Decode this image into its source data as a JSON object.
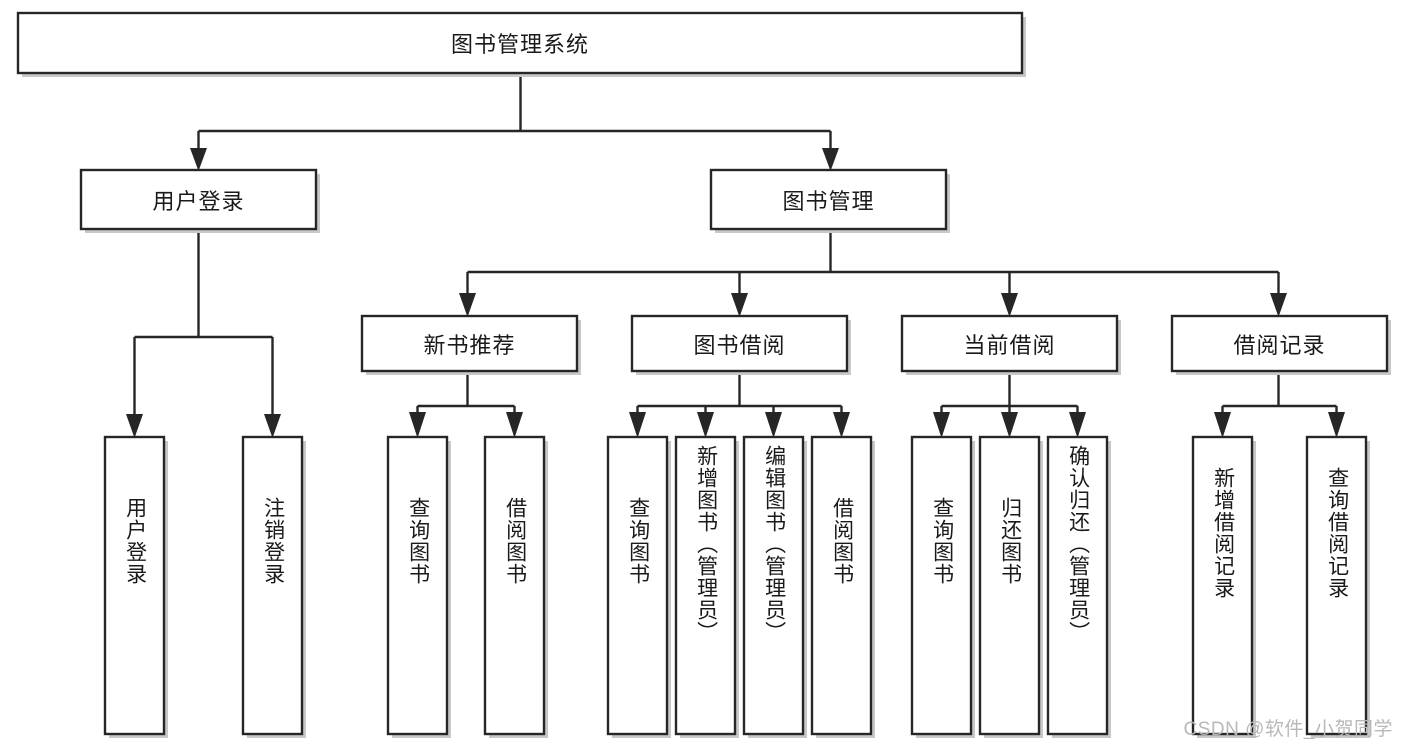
{
  "diagram": {
    "type": "tree-hierarchy",
    "title": "图书管理系统",
    "watermark": "CSDN @软件_小贺同学",
    "colors": {
      "box_stroke": "#262626",
      "box_fill": "#ffffff",
      "connector": "#262626",
      "text": "#1a1a1a",
      "shadow": "#9a9a9a",
      "background": "#ffffff",
      "watermark_text": "#b8b8b8"
    },
    "root": {
      "label": "图书管理系统",
      "orientation": "horizontal"
    },
    "level2": [
      {
        "label": "用户登录",
        "orientation": "horizontal"
      },
      {
        "label": "图书管理",
        "orientation": "horizontal"
      }
    ],
    "level3": [
      {
        "label": "新书推荐",
        "orientation": "horizontal"
      },
      {
        "label": "图书借阅",
        "orientation": "horizontal"
      },
      {
        "label": "当前借阅",
        "orientation": "horizontal"
      },
      {
        "label": "借阅记录",
        "orientation": "horizontal"
      }
    ],
    "leaves": {
      "user_login": [
        {
          "label": "用户登录",
          "orientation": "vertical"
        },
        {
          "label": "注销登录",
          "orientation": "vertical"
        }
      ],
      "new_book_recommend": [
        {
          "label": "查询图书",
          "orientation": "vertical"
        },
        {
          "label": "借阅图书",
          "orientation": "vertical"
        }
      ],
      "book_borrow": [
        {
          "label": "查询图书",
          "orientation": "vertical"
        },
        {
          "label": "新增图书（管理员）",
          "orientation": "vertical"
        },
        {
          "label": "编辑图书（管理员）",
          "orientation": "vertical"
        },
        {
          "label": "借阅图书",
          "orientation": "vertical"
        }
      ],
      "current_borrow": [
        {
          "label": "查询图书",
          "orientation": "vertical"
        },
        {
          "label": "归还图书",
          "orientation": "vertical"
        },
        {
          "label": "确认归还（管理员）",
          "orientation": "vertical"
        }
      ],
      "borrow_record": [
        {
          "label": "新增借阅记录",
          "orientation": "vertical"
        },
        {
          "label": "查询借阅记录",
          "orientation": "vertical"
        }
      ]
    }
  }
}
